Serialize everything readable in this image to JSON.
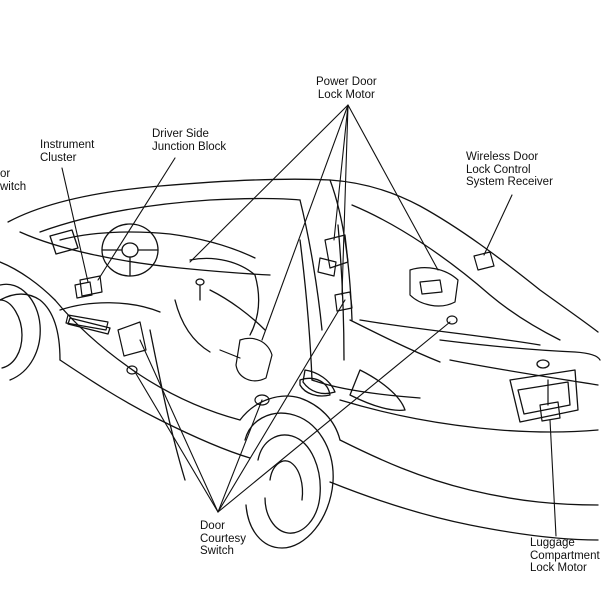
{
  "labels": {
    "power_door_lock_motor": [
      "Power Door",
      "Lock Motor"
    ],
    "instrument_cluster": [
      "Instrument",
      "Cluster"
    ],
    "driver_side_junction_block": [
      "Driver Side",
      "Junction Block"
    ],
    "door_lock_switch_partial": [
      "or",
      "witch"
    ],
    "wireless_receiver": [
      "Wireless Door",
      "Lock Control",
      "System Receiver"
    ],
    "door_courtesy_switch": [
      "Door",
      "Courtesy",
      "Switch"
    ],
    "luggage_compartment_lock_motor": [
      "Luggage",
      "Compartment",
      "Lock Motor"
    ]
  },
  "colors": {
    "line": "#111111",
    "background": "#ffffff"
  }
}
